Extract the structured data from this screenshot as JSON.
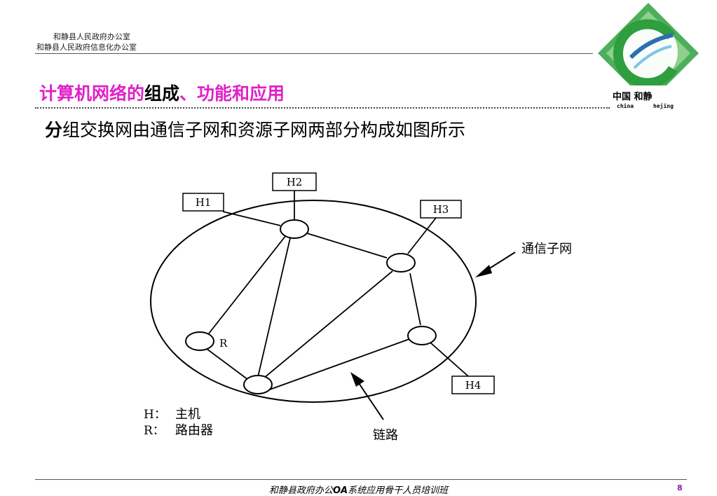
{
  "header": {
    "line1": "和静县人民政府办公室",
    "line2": "和静县人民政府信息化办公室"
  },
  "logo": {
    "icon": "hejing-logo-icon",
    "text_cn": "中国 和静",
    "text_en_left": "china",
    "text_en_right": "hejing",
    "colors": {
      "green": "#2e9e3e",
      "light_green": "#8fd08a",
      "blue": "#2a6fb0"
    }
  },
  "title": {
    "part1": "计算机网络的",
    "part2": "组成",
    "part3": "、功能和应用",
    "accent_color": "#e020c8"
  },
  "subtitle": {
    "first_char": "分",
    "rest": "组交换网由通信子网和资源子网两部分构成如图所示"
  },
  "diagram": {
    "hosts": [
      "H1",
      "H2",
      "H3",
      "H4"
    ],
    "router_label": "R",
    "subnet_label": "通信子网",
    "link_label": "链路",
    "legend": [
      {
        "key": "H：",
        "value": "主机"
      },
      {
        "key": "R：",
        "value": "路由器"
      }
    ]
  },
  "footer": {
    "prefix": "和静县政府办公",
    "oa": "OA",
    "suffix": "系统应用骨干人员培训班",
    "page": "8"
  }
}
